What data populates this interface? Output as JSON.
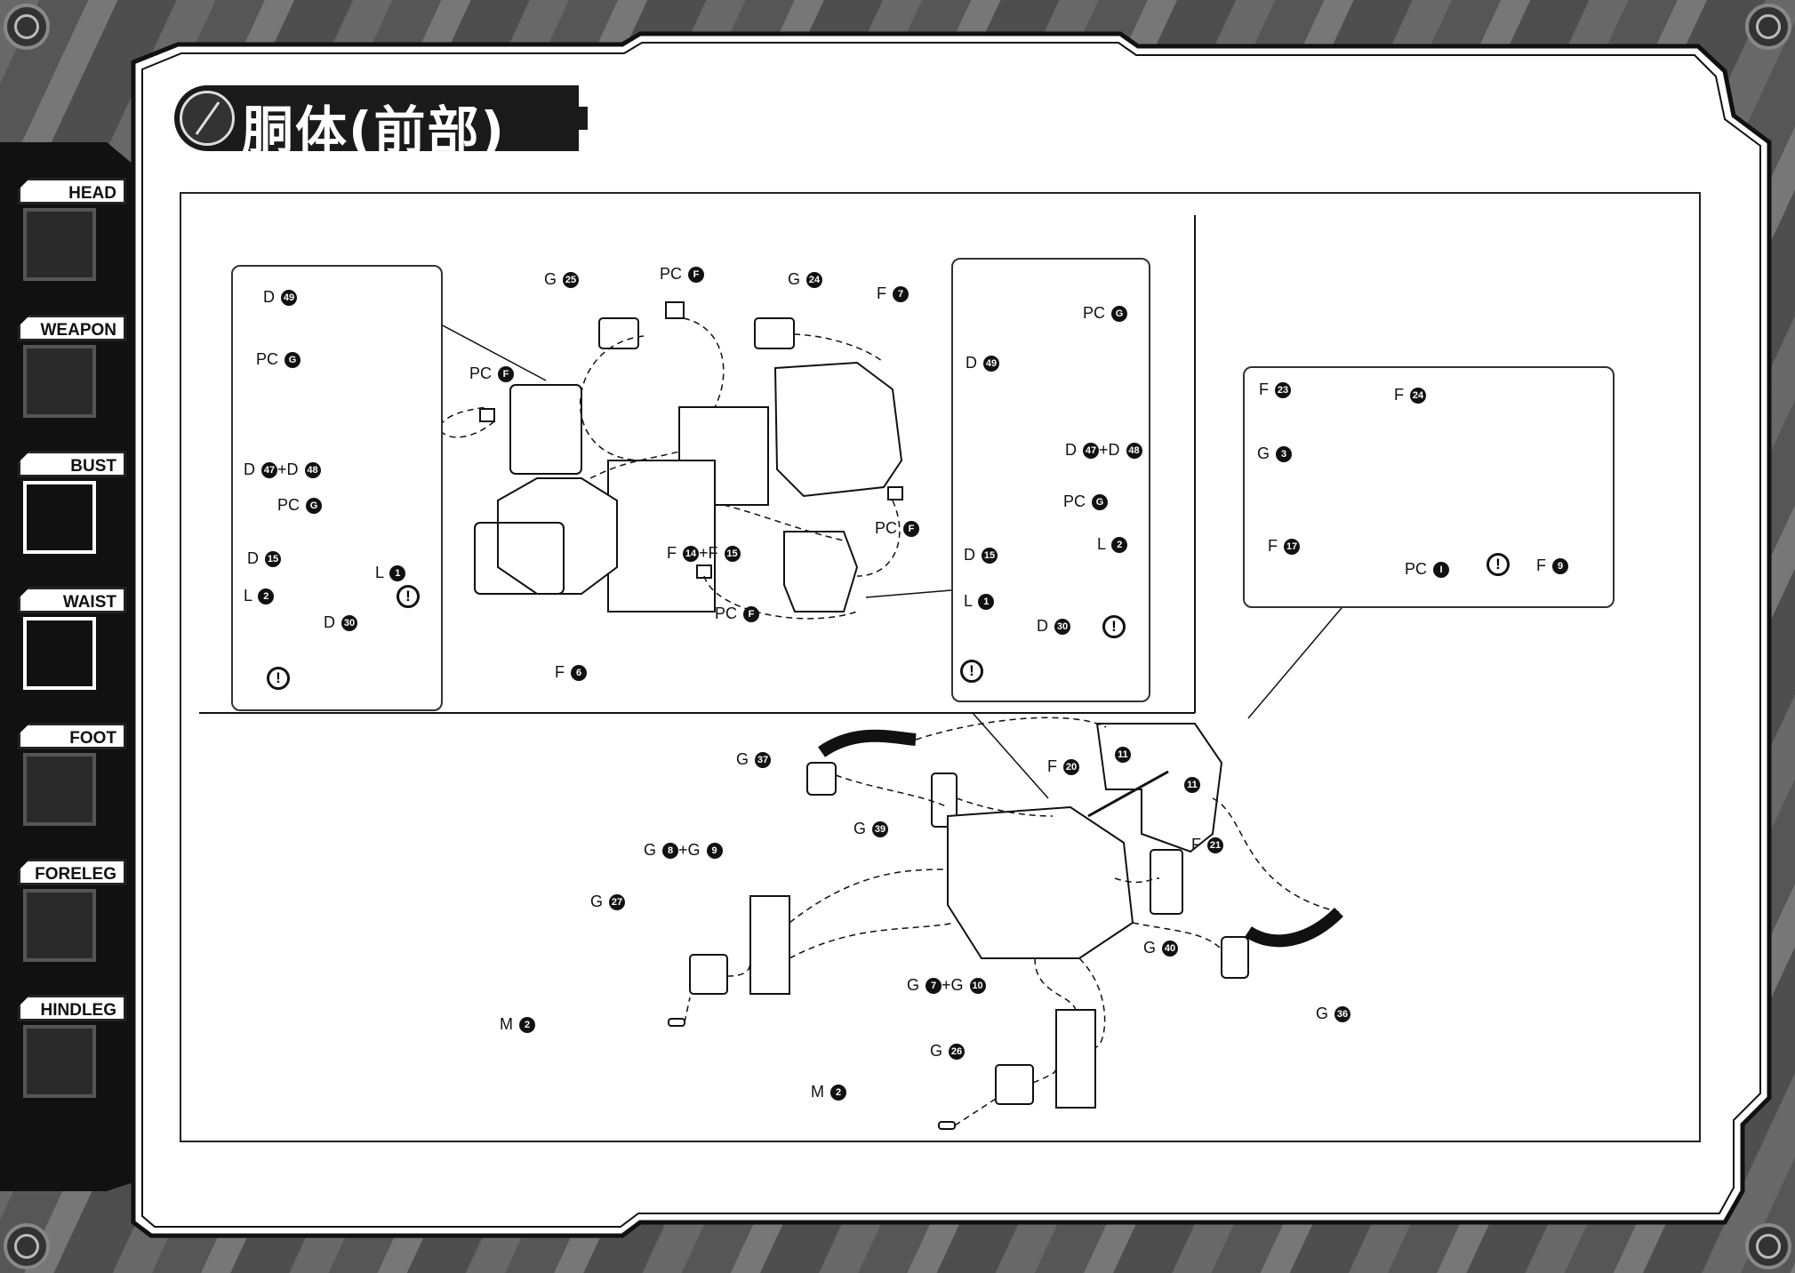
{
  "page": {
    "title": "胴体(前部)",
    "palette": {
      "background": "#5c5c5c",
      "panel": "#ffffff",
      "ink": "#111111"
    }
  },
  "sidebar": {
    "items": [
      {
        "label": "HEAD",
        "icon": "head-icon",
        "active": false
      },
      {
        "label": "WEAPON",
        "icon": "weapon-icon",
        "active": false
      },
      {
        "label": "BUST",
        "icon": "bust-icon",
        "active": true
      },
      {
        "label": "WAIST",
        "icon": "waist-icon",
        "active": true
      },
      {
        "label": "FOOT",
        "icon": "foot-icon",
        "active": false
      },
      {
        "label": "FORELEG",
        "icon": "foreleg-icon",
        "active": false
      },
      {
        "label": "HINDLEG",
        "icon": "hindleg-icon",
        "active": false
      }
    ]
  },
  "warning_mark": "!",
  "left_detail": {
    "labels": [
      {
        "prefix": "D",
        "num": "49"
      },
      {
        "prefix": "PC",
        "num": "G"
      },
      {
        "prefix": "D",
        "num": "47",
        "suffix": "+D",
        "num2": "48"
      },
      {
        "prefix": "PC",
        "num": "G"
      },
      {
        "prefix": "D",
        "num": "15"
      },
      {
        "prefix": "L",
        "num": "1"
      },
      {
        "prefix": "L",
        "num": "2"
      },
      {
        "prefix": "D",
        "num": "30"
      }
    ]
  },
  "center_top": {
    "labels": [
      {
        "prefix": "G",
        "num": "25"
      },
      {
        "prefix": "PC",
        "num": "F"
      },
      {
        "prefix": "G",
        "num": "24"
      },
      {
        "prefix": "F",
        "num": "7"
      },
      {
        "prefix": "PC",
        "num": "F"
      },
      {
        "prefix": "PC",
        "num": "F"
      },
      {
        "prefix": "F",
        "num": "14",
        "suffix": "+F",
        "num2": "15"
      },
      {
        "prefix": "PC",
        "num": "F"
      },
      {
        "prefix": "F",
        "num": "6"
      }
    ]
  },
  "right_detail": {
    "labels": [
      {
        "prefix": "PC",
        "num": "G"
      },
      {
        "prefix": "D",
        "num": "49"
      },
      {
        "prefix": "D",
        "num": "47",
        "suffix": "+D",
        "num2": "48"
      },
      {
        "prefix": "PC",
        "num": "G"
      },
      {
        "prefix": "D",
        "num": "15"
      },
      {
        "prefix": "L",
        "num": "2"
      },
      {
        "prefix": "L",
        "num": "1"
      },
      {
        "prefix": "D",
        "num": "30"
      }
    ]
  },
  "far_right_detail": {
    "labels": [
      {
        "prefix": "F",
        "num": "23"
      },
      {
        "prefix": "F",
        "num": "24"
      },
      {
        "prefix": "G",
        "num": "3"
      },
      {
        "prefix": "F",
        "num": "17"
      },
      {
        "prefix": "PC",
        "num": "I"
      },
      {
        "prefix": "F",
        "num": "9"
      }
    ]
  },
  "bottom_assembly": {
    "labels": [
      {
        "prefix": "G",
        "num": "37"
      },
      {
        "prefix": "F",
        "num": "20"
      },
      {
        "prefix": "G",
        "num": "39"
      },
      {
        "prefix": "F",
        "num": "21"
      },
      {
        "prefix": "G",
        "num": "8",
        "suffix": "+G",
        "num2": "9"
      },
      {
        "prefix": "G",
        "num": "27"
      },
      {
        "prefix": "G",
        "num": "40"
      },
      {
        "prefix": "G",
        "num": "36"
      },
      {
        "prefix": "G",
        "num": "7",
        "suffix": "+G",
        "num2": "10"
      },
      {
        "prefix": "M",
        "num": "2"
      },
      {
        "prefix": "G",
        "num": "26"
      },
      {
        "prefix": "M",
        "num": "2"
      }
    ],
    "small_marks": [
      "11",
      "11"
    ]
  }
}
